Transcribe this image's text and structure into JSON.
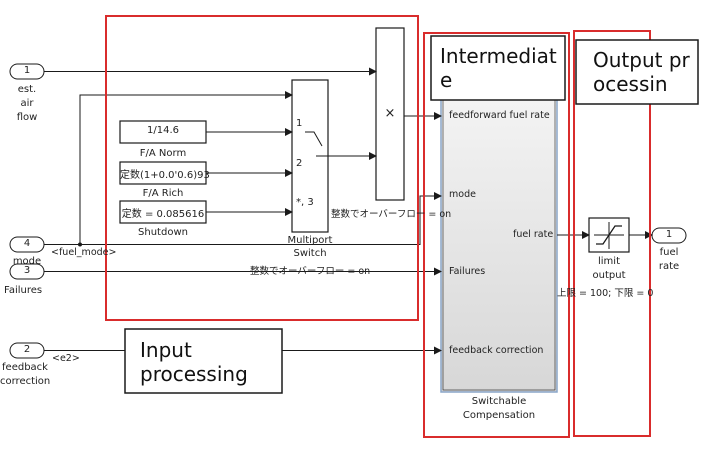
{
  "inports": [
    {
      "number": "1",
      "label": [
        "est.",
        "air",
        "flow"
      ]
    },
    {
      "number": "4",
      "label": [
        "mode"
      ]
    },
    {
      "number": "3",
      "label": [
        "Failures"
      ]
    },
    {
      "number": "2",
      "label": [
        "feedback",
        "correction"
      ]
    }
  ],
  "signals": {
    "fuel_mode": "<fuel_mode>",
    "e2": "<e2>"
  },
  "constants": [
    {
      "value": "1/14.6",
      "label": "F/A Norm"
    },
    {
      "value": "定数(1+0.0'0.6)93",
      "label": "F/A Rich"
    },
    {
      "value": "定数 = 0.085616",
      "label": "Shutdown"
    }
  ],
  "switch": {
    "ports": [
      "1",
      "2",
      "*, 3"
    ],
    "label": [
      "Multiport",
      "Switch"
    ],
    "overflow_note": "整数でオーバーフロー = on"
  },
  "product": {
    "symbol": "×"
  },
  "overflow_note_2": "整数でオーバーフロー = on",
  "compensation": {
    "ports_in": [
      "feedforward fuel rate",
      "mode",
      "Failures",
      "feedback correction"
    ],
    "port_out": "fuel rate",
    "label": [
      "Switchable",
      "Compensation"
    ]
  },
  "limit": {
    "label": [
      "limit",
      "output"
    ],
    "note": "上限 = 100; 下限 = 0"
  },
  "outport": {
    "number": "1",
    "label": [
      "fuel",
      "rate"
    ]
  },
  "annotations": {
    "intermediate": "Intermediate",
    "output": "Output processin",
    "input": "Input processing"
  },
  "colors": {
    "highlight": "#d92c2c",
    "line": "#1a1a1a"
  }
}
